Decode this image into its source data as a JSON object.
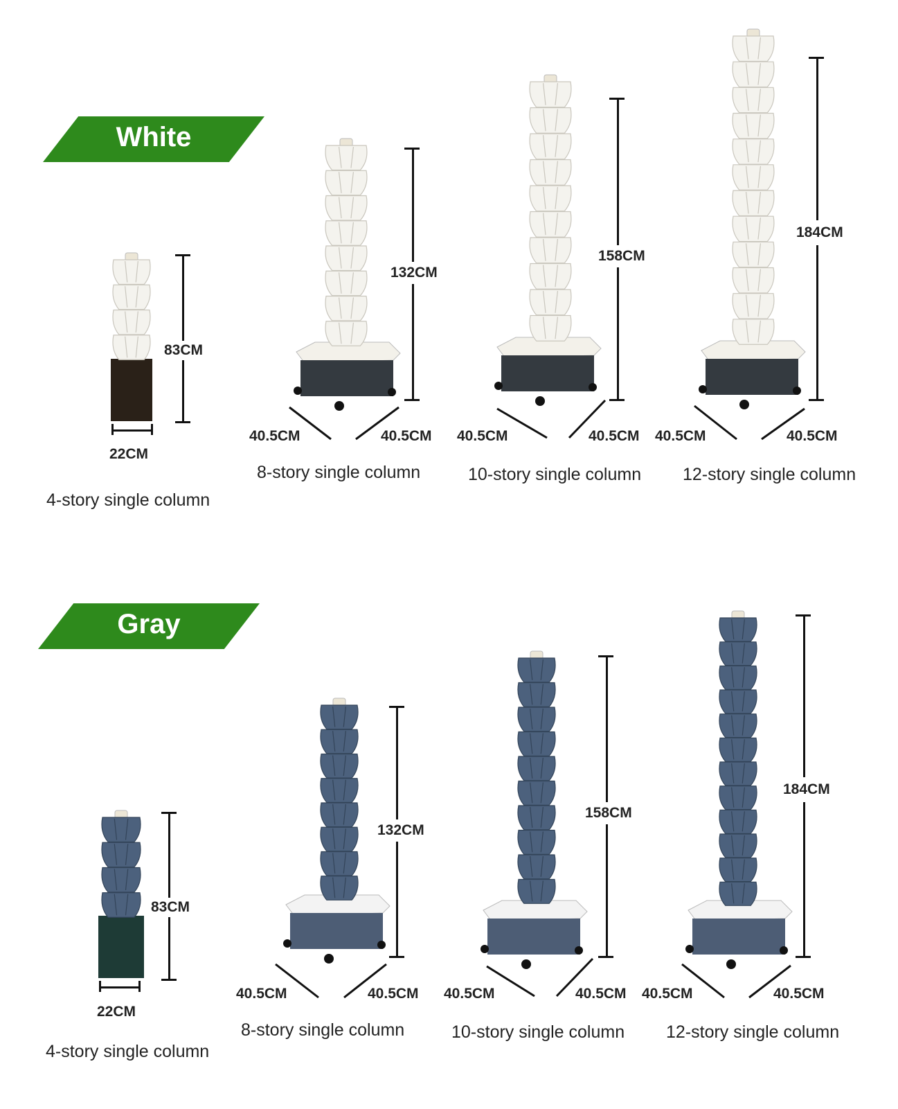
{
  "sections": [
    {
      "banner": "White",
      "products": [
        {
          "caption": "4-story single column",
          "height": "83CM",
          "width": "22CM"
        },
        {
          "caption": "8-story single column",
          "height": "132CM",
          "side_a": "40.5CM",
          "side_b": "40.5CM"
        },
        {
          "caption": "10-story single column",
          "height": "158CM",
          "side_a": "40.5CM",
          "side_b": "40.5CM"
        },
        {
          "caption": "12-story single column",
          "height": "184CM",
          "side_a": "40.5CM",
          "side_b": "40.5CM"
        }
      ]
    },
    {
      "banner": "Gray",
      "products": [
        {
          "caption": "4-story single column",
          "height": "83CM",
          "width": "22CM"
        },
        {
          "caption": "8-story single column",
          "height": "132CM",
          "side_a": "40.5CM",
          "side_b": "40.5CM"
        },
        {
          "caption": "10-story single column",
          "height": "158CM",
          "side_a": "40.5CM",
          "side_b": "40.5CM"
        },
        {
          "caption": "12-story single column",
          "height": "184CM",
          "side_a": "40.5CM",
          "side_b": "40.5CM"
        }
      ]
    }
  ],
  "colors": {
    "banner": "#2e8a1c",
    "white_tower": "#f4f3ee",
    "gray_tower": "#4c617d",
    "base_dark": "#343a40",
    "base_gray": "#4d5d75"
  }
}
